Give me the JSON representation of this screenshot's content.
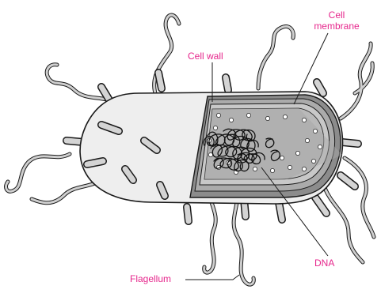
{
  "labels": {
    "cell_membrane_line1": "Cell",
    "cell_membrane_line2": "membrane",
    "cell_wall": "Cell wall",
    "dna": "DNA",
    "flagellum": "Flagellum"
  },
  "colors": {
    "label_text": "#e6268c",
    "outline": "#1a1a1a",
    "cell_fill": "#eeeeee",
    "appendage": "#cfcfcf",
    "cut_face": "#8c8c8c",
    "membrane": "#c8c8c8",
    "cytoplasm": "#b9b9b9"
  }
}
